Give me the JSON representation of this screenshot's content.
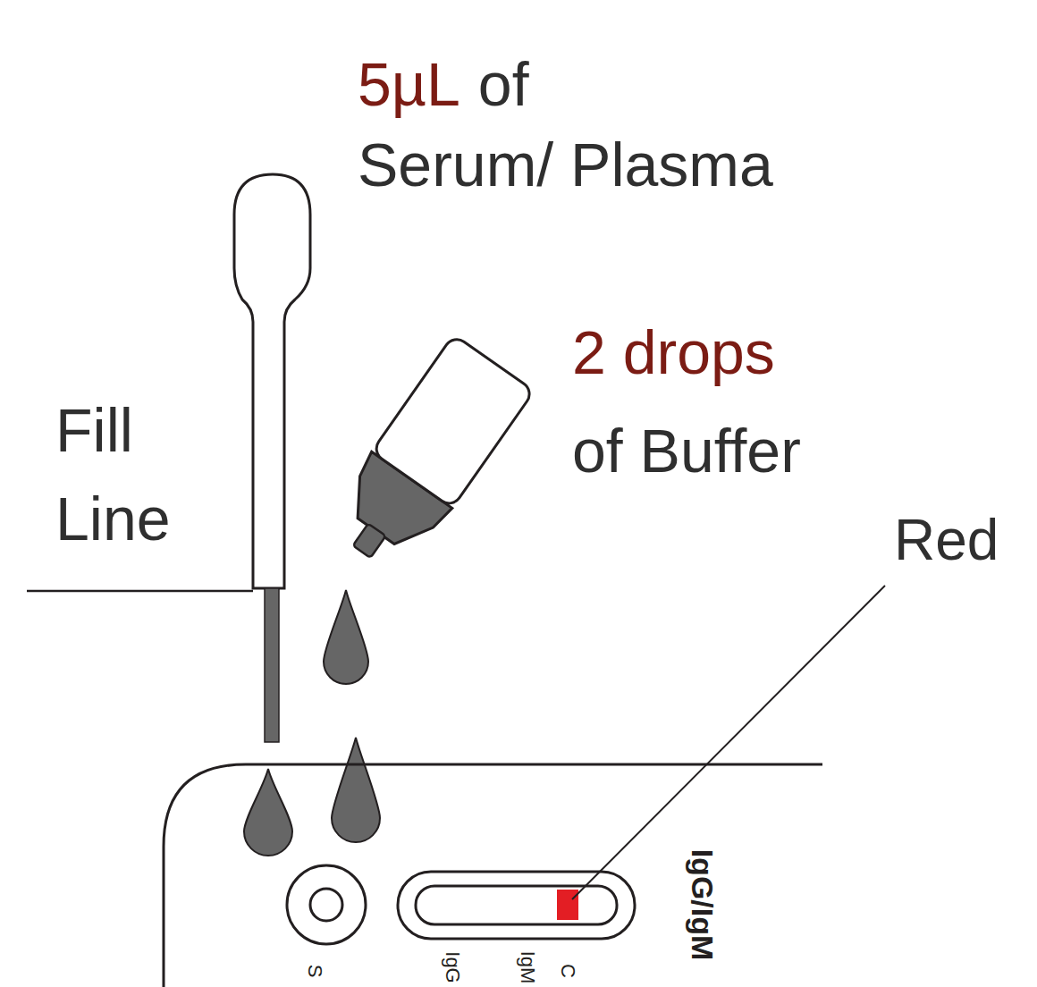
{
  "diagram": {
    "labels": [
      "5µL",
      "of",
      "Serum/ Plasma",
      "2 drops",
      "of Buffer",
      "Fill Line",
      "Red",
      "IgG/IgM",
      "S",
      "IgG",
      "IgM",
      "C"
    ]
  }
}
